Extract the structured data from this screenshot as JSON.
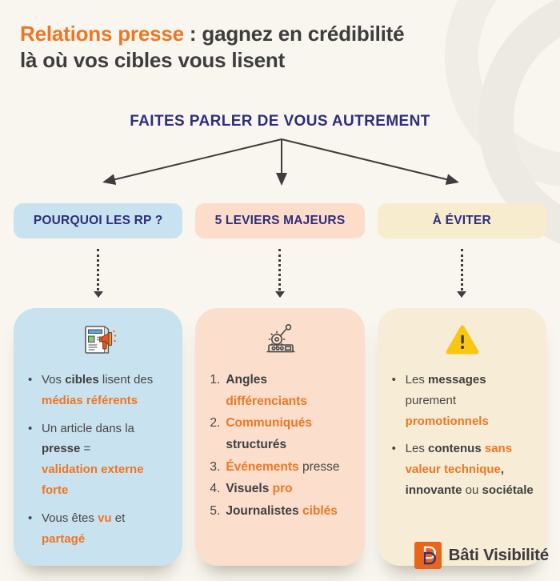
{
  "header": {
    "title_highlight": "Relations presse",
    "title_rest": " : gagnez en crédibilité",
    "title_line2": "là où vos cibles vous lisent",
    "subtitle": "FAITES PARLER DE VOUS AUTREMENT"
  },
  "colors": {
    "background": "#F8F6EF",
    "accent_orange": "#EE7623",
    "navy": "#2F2D7E",
    "text_dark": "#474747",
    "arrow_dark": "#3D3D3D",
    "warning_yellow": "#F8C711",
    "blue_panel": "#C9E2EF",
    "peach_panel": "#FBDECC",
    "cream_panel": "#F7ECD5"
  },
  "columns": [
    {
      "label": "POURQUOI LES RP ?",
      "icon": "newspaper-megaphone-icon",
      "pill_bg": "#C9E2EF",
      "card_bg": "#C9E2EF",
      "list_type": "bullet",
      "items": [
        {
          "marker": "•",
          "segments": [
            {
              "t": "Vos ",
              "s": "n"
            },
            {
              "t": "cibles",
              "s": "b"
            },
            {
              "t": " lisent des",
              "s": "n"
            },
            {
              "br": true
            },
            {
              "t": "médias référents",
              "s": "o"
            }
          ]
        },
        {
          "marker": "•",
          "segments": [
            {
              "t": "Un article dans la ",
              "s": "n"
            },
            {
              "t": "presse",
              "s": "b"
            },
            {
              "t": " =",
              "s": "n"
            },
            {
              "br": true
            },
            {
              "t": "validation externe forte",
              "s": "o"
            }
          ]
        },
        {
          "marker": "•",
          "segments": [
            {
              "t": "Vous êtes ",
              "s": "n"
            },
            {
              "t": "vu",
              "s": "o"
            },
            {
              "t": " et ",
              "s": "n"
            },
            {
              "t": "partagé",
              "s": "o"
            }
          ]
        }
      ]
    },
    {
      "label": "5 LEVIERS MAJEURS",
      "icon": "press-machine-icon",
      "pill_bg": "#FBDDCA",
      "card_bg": "#FBDECC",
      "list_type": "number",
      "items": [
        {
          "marker": "1.",
          "segments": [
            {
              "t": "Angles",
              "s": "b"
            },
            {
              "t": " différenciants",
              "s": "o"
            }
          ]
        },
        {
          "marker": "2.",
          "segments": [
            {
              "t": "Communiqués",
              "s": "o"
            },
            {
              "t": " structurés",
              "s": "b"
            }
          ]
        },
        {
          "marker": "3.",
          "segments": [
            {
              "t": "Événements",
              "s": "o"
            },
            {
              "t": " presse",
              "s": "n"
            }
          ]
        },
        {
          "marker": "4.",
          "segments": [
            {
              "t": "Visuels",
              "s": "b"
            },
            {
              "t": " pro",
              "s": "o"
            }
          ]
        },
        {
          "marker": "5.",
          "segments": [
            {
              "t": "Journalistes",
              "s": "b"
            },
            {
              "t": " ciblés",
              "s": "o"
            }
          ]
        }
      ]
    },
    {
      "label": "À ÉVITER",
      "icon": "warning-icon",
      "pill_bg": "#F8ECCE",
      "card_bg": "#F7ECD5",
      "list_type": "bullet",
      "items": [
        {
          "marker": "•",
          "segments": [
            {
              "t": "Les ",
              "s": "n"
            },
            {
              "t": "messages",
              "s": "b"
            },
            {
              "t": " purement",
              "s": "n"
            },
            {
              "br": true
            },
            {
              "t": "promotionnels",
              "s": "o"
            }
          ]
        },
        {
          "marker": "•",
          "segments": [
            {
              "t": "Les ",
              "s": "n"
            },
            {
              "t": "contenus",
              "s": "b"
            },
            {
              "t": " ",
              "s": "n"
            },
            {
              "t": "sans",
              "s": "o"
            },
            {
              "br": true
            },
            {
              "t": "valeur technique",
              "s": "o"
            },
            {
              "t": ",",
              "s": "b"
            },
            {
              "br": true
            },
            {
              "t": "innovante",
              "s": "b"
            },
            {
              "t": " ou ",
              "s": "n"
            },
            {
              "t": "sociétale",
              "s": "b"
            }
          ]
        }
      ]
    }
  ],
  "footer": {
    "brand": "Bâti Visibilité"
  }
}
